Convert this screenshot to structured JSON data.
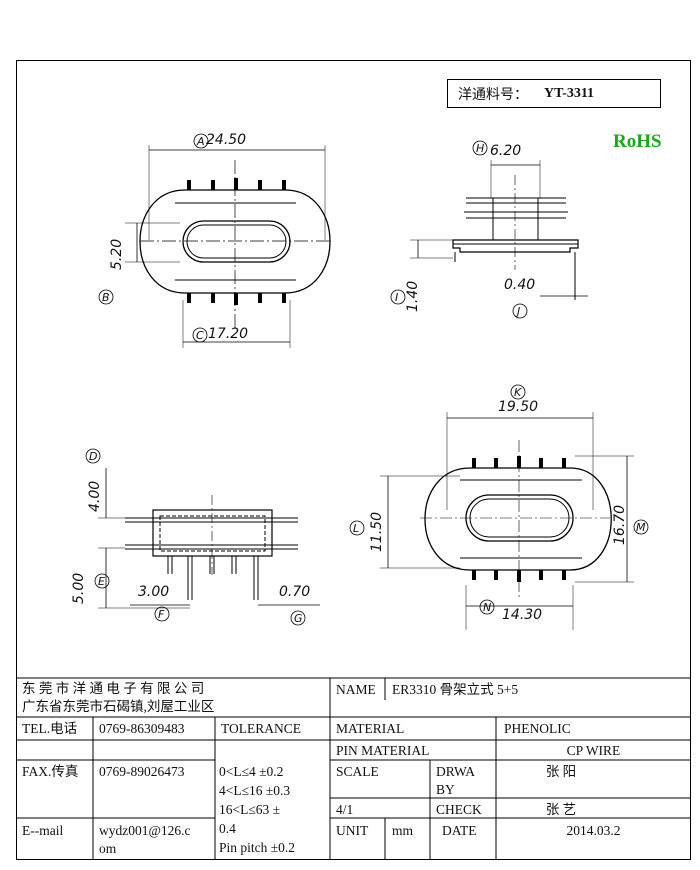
{
  "part_number": {
    "label": "洋通料号：",
    "value": "YT-3311"
  },
  "rohs": "RoHS",
  "dims": {
    "A": {
      "tag": "A",
      "value": "24.50"
    },
    "B": {
      "tag": "B",
      "value": "5.20"
    },
    "C": {
      "tag": "C",
      "value": "17.20"
    },
    "H": {
      "tag": "H",
      "value": "6.20"
    },
    "I": {
      "tag": "I",
      "value": "1.40"
    },
    "J": {
      "tag": "J",
      "value": "0.40"
    },
    "K": {
      "tag": "K",
      "value": "19.50"
    },
    "L": {
      "tag": "L",
      "value": "11.50"
    },
    "M": {
      "tag": "M",
      "value": "16.70"
    },
    "N": {
      "tag": "N",
      "value": "14.30"
    },
    "D": {
      "tag": "D",
      "value": "4.00"
    },
    "E": {
      "tag": "E",
      "value": "5.00"
    },
    "F": {
      "tag": "F",
      "value": "3.00"
    },
    "G": {
      "tag": "G",
      "value": "0.70"
    }
  },
  "title_block": {
    "company_line1": "东 莞 市 洋 通 电 子 有 限 公 司",
    "company_line2": "广东省东莞市石碣镇,刘屋工业区",
    "name_label": "NAME",
    "name_value": "ER3310 骨架立式 5+5",
    "tel_label": "TEL.电话",
    "tel_value": "0769-86309483",
    "tolerance_label": "TOLERANCE",
    "material_label": "MATERIAL",
    "material_value": "PHENOLIC",
    "pin_material_label": "PIN MATERIAL",
    "pin_material_value": "CP WIRE",
    "fax_label": "FAX.传真",
    "fax_value": "0769-89026473",
    "tol_line1": "0<L≤4    ±0.2",
    "tol_line2": "4<L≤16  ±0.3",
    "tol_line3": "16<L≤63  ±",
    "tol_line4": "0.4",
    "tol_line5": "Pin pitch  ±0.2",
    "scale_label": "SCALE",
    "drawn_label_1": "DRWA",
    "drawn_label_2": "BY",
    "drawn_value": "张 阳",
    "scale_value": "4/1",
    "check_label": "CHECK",
    "check_value": "张 艺",
    "email_label": "E--mail",
    "email_line1": "wydz001@126.c",
    "email_line2": "om",
    "unit_label": "UNIT",
    "unit_value": "mm",
    "date_label": "DATE",
    "date_value": "2014.03.2"
  }
}
